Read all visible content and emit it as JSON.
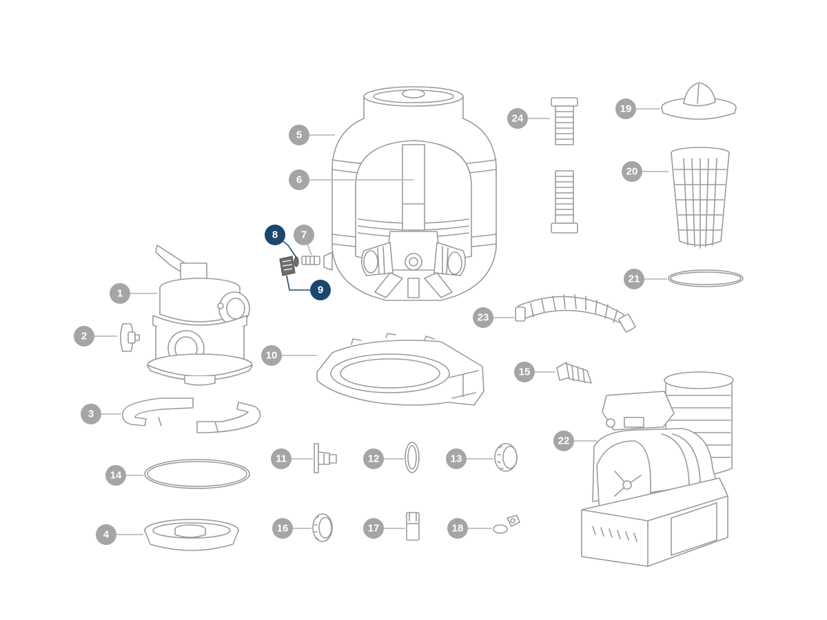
{
  "colors": {
    "badge": "#a5a5a5",
    "highlight_badge": "#1b4670",
    "line_art": "#9a9a9a",
    "background": "#ffffff"
  },
  "callouts": [
    {
      "id": "1",
      "label": "1",
      "highlight": false
    },
    {
      "id": "2",
      "label": "2",
      "highlight": false
    },
    {
      "id": "3",
      "label": "3",
      "highlight": false
    },
    {
      "id": "4",
      "label": "4",
      "highlight": false
    },
    {
      "id": "5",
      "label": "5",
      "highlight": false
    },
    {
      "id": "6",
      "label": "6",
      "highlight": false
    },
    {
      "id": "7",
      "label": "7",
      "highlight": false
    },
    {
      "id": "8",
      "label": "8",
      "highlight": true
    },
    {
      "id": "9",
      "label": "9",
      "highlight": true
    },
    {
      "id": "10",
      "label": "10",
      "highlight": false
    },
    {
      "id": "11",
      "label": "11",
      "highlight": false
    },
    {
      "id": "12",
      "label": "12",
      "highlight": false
    },
    {
      "id": "13",
      "label": "13",
      "highlight": false
    },
    {
      "id": "14",
      "label": "14",
      "highlight": false
    },
    {
      "id": "15",
      "label": "15",
      "highlight": false
    },
    {
      "id": "16",
      "label": "16",
      "highlight": false
    },
    {
      "id": "17",
      "label": "17",
      "highlight": false
    },
    {
      "id": "18",
      "label": "18",
      "highlight": false
    },
    {
      "id": "19",
      "label": "19",
      "highlight": false
    },
    {
      "id": "20",
      "label": "20",
      "highlight": false
    },
    {
      "id": "21",
      "label": "21",
      "highlight": false
    },
    {
      "id": "22",
      "label": "22",
      "highlight": false
    },
    {
      "id": "23",
      "label": "23",
      "highlight": false
    },
    {
      "id": "24",
      "label": "24",
      "highlight": false
    }
  ]
}
